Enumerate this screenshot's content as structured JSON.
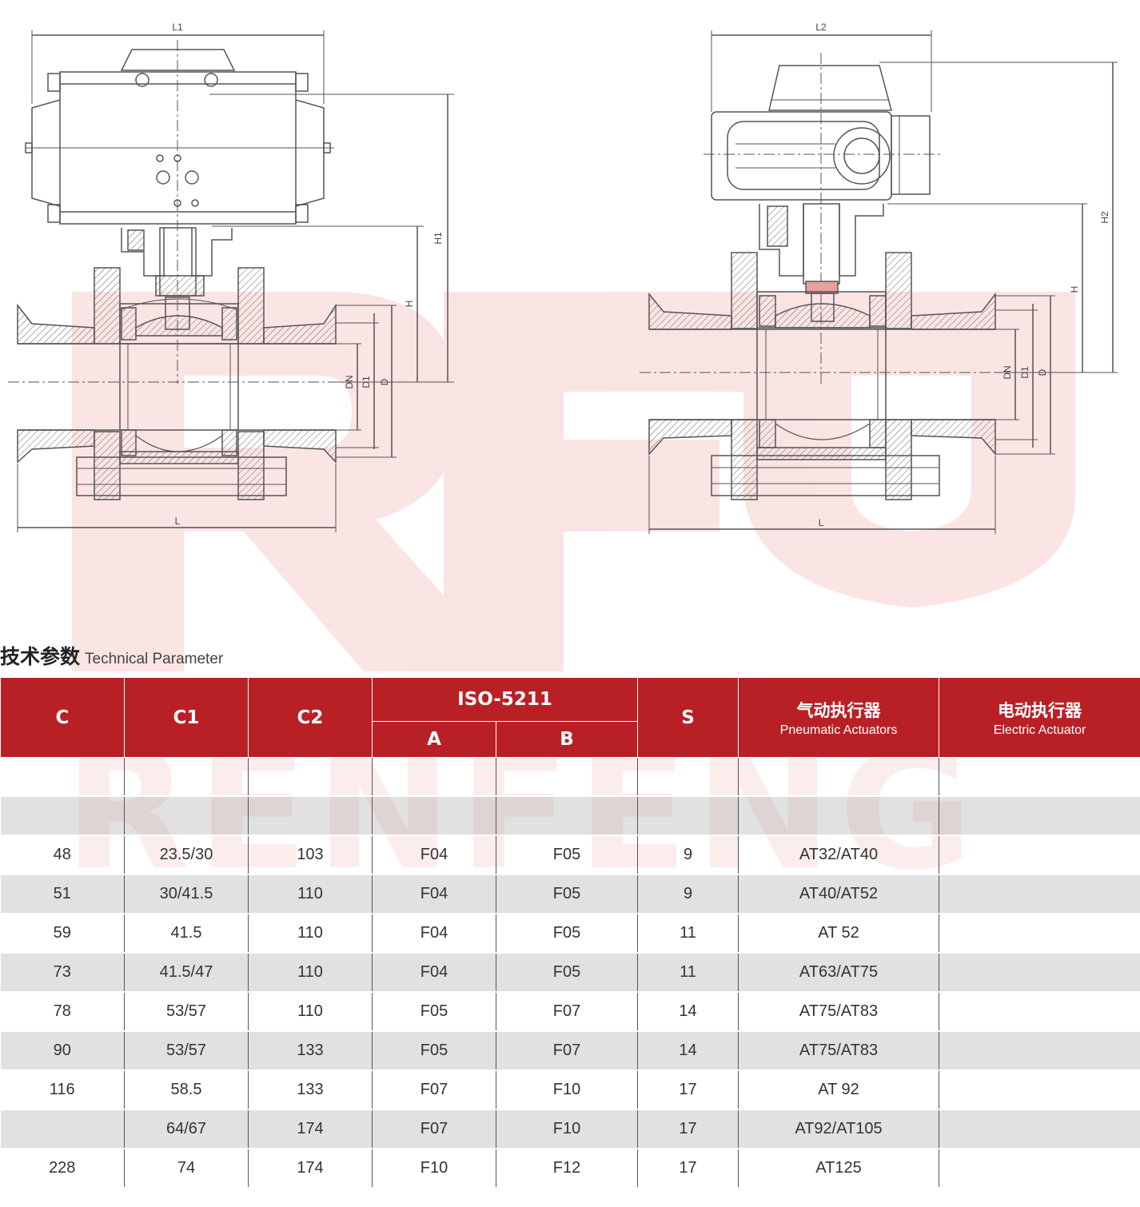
{
  "drawing_labels": {
    "l1": "L1",
    "l2": "L2",
    "l": "L",
    "h": "H",
    "h1": "H1",
    "h2": "H2",
    "dn": "DN",
    "d1": "D1",
    "d": "D"
  },
  "section": {
    "title_zh": "技术参数",
    "title_en": "Technical Parameter"
  },
  "table": {
    "headers": {
      "c": "C",
      "c1": "C1",
      "c2": "C2",
      "iso": "ISO-5211",
      "a": "A",
      "b": "B",
      "s": "S",
      "pneumatic_zh": "气动执行器",
      "pneumatic_en": "Pneumatic Actuators",
      "electric_zh": "电动执行器",
      "electric_en": "Electric Actuator"
    },
    "rows": [
      [
        "",
        "",
        "",
        "",
        "",
        "",
        "",
        ""
      ],
      [
        "",
        "",
        "",
        "",
        "",
        "",
        "",
        ""
      ],
      [
        "48",
        "23.5/30",
        "103",
        "F04",
        "F05",
        "9",
        "AT32/AT40",
        ""
      ],
      [
        "51",
        "30/41.5",
        "110",
        "F04",
        "F05",
        "9",
        "AT40/AT52",
        ""
      ],
      [
        "59",
        "41.5",
        "110",
        "F04",
        "F05",
        "11",
        "AT 52",
        ""
      ],
      [
        "73",
        "41.5/47",
        "110",
        "F04",
        "F05",
        "11",
        "AT63/AT75",
        ""
      ],
      [
        "78",
        "53/57",
        "110",
        "F05",
        "F07",
        "14",
        "AT75/AT83",
        ""
      ],
      [
        "90",
        "53/57",
        "133",
        "F05",
        "F07",
        "14",
        "AT75/AT83",
        ""
      ],
      [
        "116",
        "58.5",
        "133",
        "F07",
        "F10",
        "17",
        "AT 92",
        ""
      ],
      [
        "",
        "64/67",
        "174",
        "F07",
        "F10",
        "17",
        "AT92/AT105",
        ""
      ],
      [
        "228",
        "74",
        "174",
        "F10",
        "F12",
        "17",
        "AT125",
        ""
      ]
    ]
  },
  "colors": {
    "header_red": "#b92026",
    "watermark": "#f2c4c4",
    "line": "#555555"
  }
}
